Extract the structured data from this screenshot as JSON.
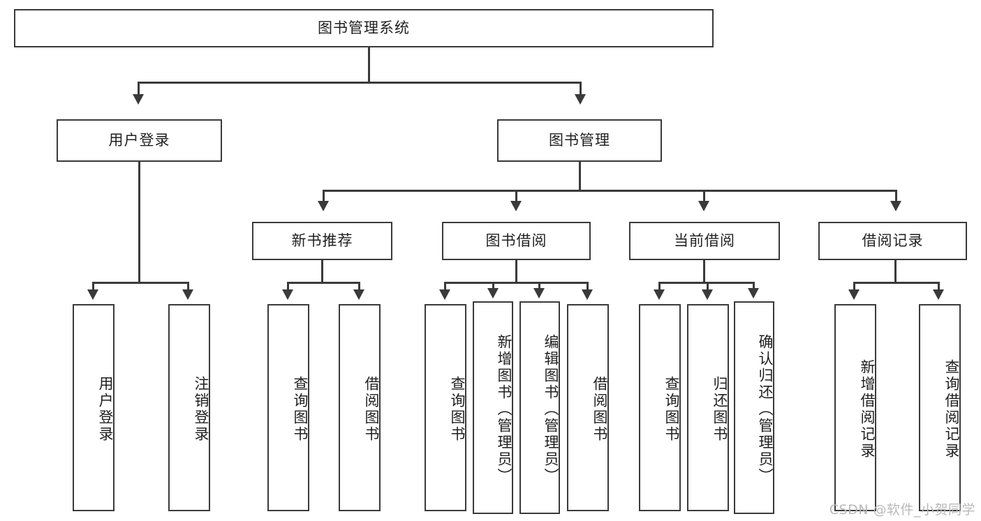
{
  "diagram": {
    "title": "图书管理系统",
    "type": "功能结构图",
    "watermark": "CSDN @软件_小贺同学",
    "colors": {
      "stroke": "#3a3a3a",
      "fill": "#ffffff",
      "text": "#1f1f1f",
      "watermark": "#b9b9b9"
    }
  },
  "nodes": {
    "root": {
      "label": "图书管理系统",
      "level": 0
    },
    "level1": [
      {
        "id": "user-login",
        "label": "用户登录"
      },
      {
        "id": "book-manage",
        "label": "图书管理"
      }
    ],
    "level2": [
      {
        "id": "new-book-recommend",
        "label": "新书推荐",
        "parent": "book-manage"
      },
      {
        "id": "book-borrow",
        "label": "图书借阅",
        "parent": "book-manage"
      },
      {
        "id": "current-borrow",
        "label": "当前借阅",
        "parent": "book-manage"
      },
      {
        "id": "borrow-record",
        "label": "借阅记录",
        "parent": "book-manage"
      }
    ],
    "leaves": {
      "user-login": [
        {
          "id": "leaf-user-login",
          "label": "用户登录"
        },
        {
          "id": "leaf-logout",
          "label": "注销登录"
        }
      ],
      "new-book-recommend": [
        {
          "id": "leaf-query-book-1",
          "label": "查询图书"
        },
        {
          "id": "leaf-borrow-book-1",
          "label": "借阅图书"
        }
      ],
      "book-borrow": [
        {
          "id": "leaf-query-book-2",
          "label": "查询图书"
        },
        {
          "id": "leaf-add-book",
          "label": "新增图书（管理员）"
        },
        {
          "id": "leaf-edit-book",
          "label": "编辑图书（管理员）"
        },
        {
          "id": "leaf-borrow-book-2",
          "label": "借阅图书"
        }
      ],
      "current-borrow": [
        {
          "id": "leaf-query-book-3",
          "label": "查询图书"
        },
        {
          "id": "leaf-return-book",
          "label": "归还图书"
        },
        {
          "id": "leaf-confirm-return",
          "label": "确认归还（管理员）"
        }
      ],
      "borrow-record": [
        {
          "id": "leaf-add-record",
          "label": "新增借阅记录"
        },
        {
          "id": "leaf-query-record",
          "label": "查询借阅记录"
        }
      ]
    }
  }
}
